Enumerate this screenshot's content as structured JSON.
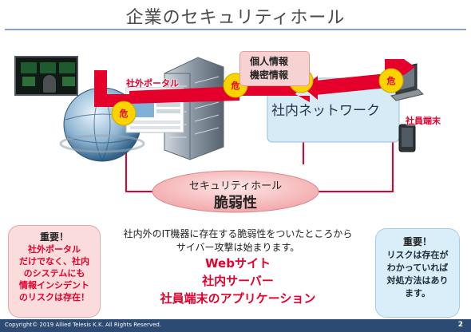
{
  "title": "企業のセキュリティホール",
  "danger_marker": "危",
  "labels": {
    "external_portal": "社外ポータル",
    "internal_network": "社内ネットワーク",
    "employee_terminal": "社員端末",
    "info_box": [
      "個人情報",
      "機密情報"
    ]
  },
  "security_hole": {
    "title": "セキュリティホール",
    "label": "脆弱性"
  },
  "left_note": {
    "title": "重要！",
    "body": "社外ポータル\nだけでなく、社内\nのシステムにも\n情報インシデント\nのリスクは存在！"
  },
  "center_note": {
    "description": "社内外のIT機器に存在する脆弱性をついたところから\nサイバー攻撃は始まります。",
    "items": [
      "Webサイト",
      "社内サーバー",
      "社員端末のアプリケーション"
    ]
  },
  "right_note": {
    "title": "重要！",
    "body": "リスクは存在が\nわかっていれば\n対処方法はあり\nます。"
  },
  "footer": {
    "copyright": "Copyright© 2019 Allied Telesis K.K. All Rights Reserved.",
    "page": "2"
  },
  "colors": {
    "danger_red": "#e4002b",
    "footer_navy": "#2d4a73",
    "note_pink": "#fbdcdc",
    "note_blue": "#d9eef8"
  }
}
